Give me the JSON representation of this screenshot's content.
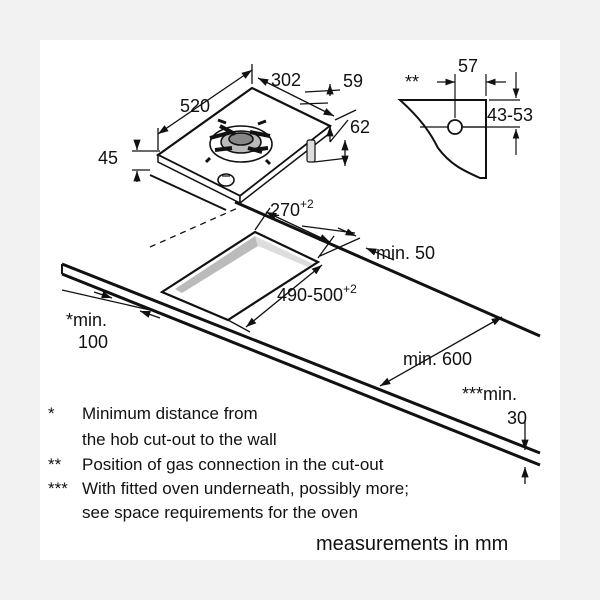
{
  "dimensions": {
    "hob_depth": "520",
    "hob_width": "302",
    "height_59": "59",
    "height_45": "45",
    "offset_62": "62",
    "conn_57": "57",
    "conn_range": "43-53",
    "conn_marker": "**",
    "cutout_width": "270",
    "cutout_width_tol": "+2",
    "cutout_depth": "490-500",
    "cutout_depth_tol": "+2",
    "min_50": "min. 50",
    "min_100_a": "*min.",
    "min_100_b": "100",
    "min_600": "min. 600",
    "min_30_a": "***min.",
    "min_30_b": "30"
  },
  "notes": [
    {
      "marker": "*",
      "text": "Minimum distance from"
    },
    {
      "marker": "",
      "text": "the hob cut-out to the wall"
    },
    {
      "marker": "**",
      "text": "Position of gas connection in the cut-out"
    },
    {
      "marker": "***",
      "text": "With fitted oven underneath, possibly more;"
    },
    {
      "marker": "",
      "text": "see space requirements for the oven"
    }
  ],
  "footer": "measurements in mm"
}
